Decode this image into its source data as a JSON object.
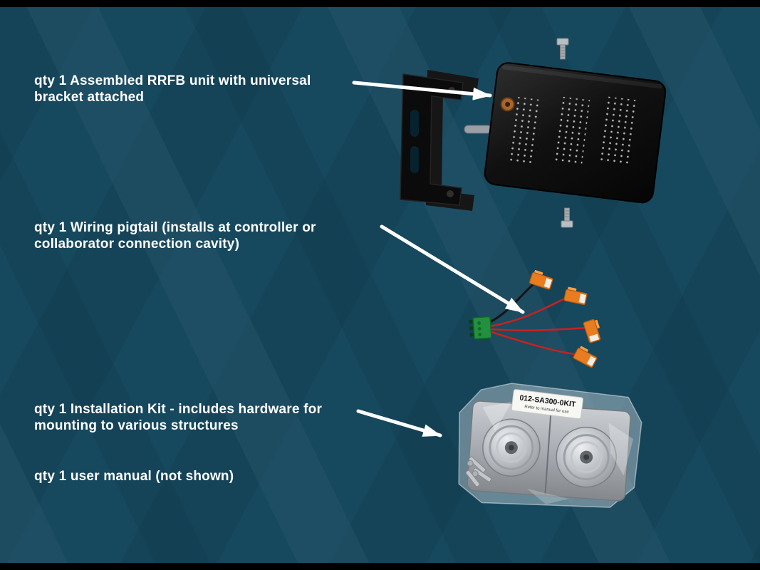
{
  "colors": {
    "background": "#16485e",
    "top_bottom_bars": "#000000",
    "annotation_text": "#ffffff",
    "arrow": "#ffffff",
    "connector_orange": "#e87c1f",
    "connector_green": "#23903f",
    "wire_red": "#cc2222",
    "wire_black": "#141414",
    "rrfb_panel": "#0d0d0d",
    "kit_metal": "#a9adb3"
  },
  "annotations": [
    {
      "id": "rrfb-unit",
      "line1": "qty 1 Assembled RRFB unit with universal",
      "line2": "bracket attached"
    },
    {
      "id": "wiring-pigtail",
      "line1": "qty 1 Wiring pigtail (installs at controller or",
      "line2": "collaborator connection cavity)"
    },
    {
      "id": "installation-kit",
      "line1": "qty 1 Installation Kit - includes hardware for",
      "line2": "mounting to various structures"
    },
    {
      "id": "user-manual",
      "line1": "qty 1 user manual (not shown)",
      "line2": ""
    }
  ],
  "kit": {
    "label": "012-SA300-0KIT",
    "sublabel": "Refer to manual for use"
  },
  "images": [
    {
      "name": "rrfb-unit-with-bracket-image"
    },
    {
      "name": "wiring-pigtail-image"
    },
    {
      "name": "installation-kit-image"
    }
  ]
}
